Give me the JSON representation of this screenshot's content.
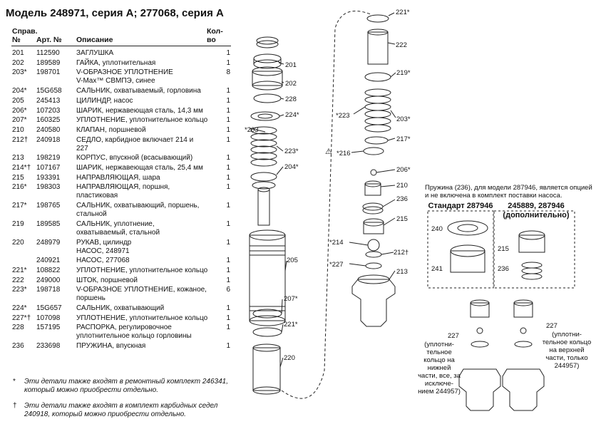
{
  "title": "Модель 248971, серия A; 277068, серия A",
  "headers": {
    "ref_line1": "Справ.",
    "ref_line2": "№",
    "part": "Арт. №",
    "desc": "Описание",
    "qty_line1": "Кол-",
    "qty_line2": "во"
  },
  "rows": [
    {
      "ref": "201",
      "part": "112590",
      "desc": "ЗАГЛУШКА",
      "qty": "1"
    },
    {
      "ref": "202",
      "part": "189589",
      "desc": "ГАЙКА, уплотнительная",
      "qty": "1"
    },
    {
      "ref": "203*",
      "part": "198701",
      "desc": "V-ОБРАЗНОЕ УПЛОТНЕНИЕ",
      "desc2": "V-Max™ СВМПЭ, синее",
      "qty": "8"
    },
    {
      "ref": "204*",
      "part": "15G658",
      "desc": "САЛЬНИК, охватываемый, горловина",
      "qty": "1"
    },
    {
      "ref": "205",
      "part": "245413",
      "desc": "ЦИЛИНДР, насос",
      "qty": "1"
    },
    {
      "ref": "206*",
      "part": "107203",
      "desc": "ШАРИК, нержавеющая сталь, 14,3 мм",
      "qty": "1"
    },
    {
      "ref": "207*",
      "part": "160325",
      "desc": "УПЛОТНЕНИЕ, уплотнительное кольцо",
      "qty": "1"
    },
    {
      "ref": "210",
      "part": "240580",
      "desc": "КЛАПАН, поршневой",
      "qty": "1"
    },
    {
      "ref": "212†",
      "part": "240918",
      "desc": "СЕДЛО, карбидное включает 214 и",
      "desc2": "227",
      "qty": "1"
    },
    {
      "ref": "213",
      "part": "198219",
      "desc": "КОРПУС, впускной (всасывающий)",
      "qty": "1"
    },
    {
      "ref": "214*†",
      "part": "107167",
      "desc": "ШАРИК, нержавеющая сталь, 25,4 мм",
      "qty": "1"
    },
    {
      "ref": "215",
      "part": "193391",
      "desc": "НАПРАВЛЯЮЩАЯ, шара",
      "qty": "1"
    },
    {
      "ref": "216*",
      "part": "198303",
      "desc": "НАПРАВЛЯЮЩАЯ, поршня,",
      "desc2": "пластиковая",
      "qty": "1"
    },
    {
      "ref": "217*",
      "part": "198765",
      "desc": "САЛЬНИК, охватывающий, поршень,",
      "desc2": "стальной",
      "qty": "1"
    },
    {
      "ref": "219",
      "part": "189585",
      "desc": "САЛЬНИК, уплотнение,",
      "desc2": "охватываемый, стальной",
      "qty": "1"
    },
    {
      "ref": "220",
      "part": "248979",
      "desc": "РУКАВ, цилиндр",
      "desc2": "НАСОС, 248971",
      "qty": "1"
    },
    {
      "ref": "",
      "part": "240921",
      "desc": "НАСОС, 277068",
      "qty": "1"
    },
    {
      "ref": "221*",
      "part": "108822",
      "desc": "УПЛОТНЕНИЕ, уплотнительное кольцо",
      "qty": "1"
    },
    {
      "ref": "222",
      "part": "249000",
      "desc": "ШТОК, поршневой",
      "qty": "1"
    },
    {
      "ref": "223*",
      "part": "198718",
      "desc": "V-ОБРАЗНОЕ УПЛОТНЕНИЕ, кожаное,",
      "desc2": "поршень",
      "qty": "6"
    },
    {
      "ref": "224*",
      "part": "15G657",
      "desc": "САЛЬНИК, охватывающий",
      "qty": "1"
    },
    {
      "ref": "227*†",
      "part": "107098",
      "desc": "УПЛОТНЕНИЕ, уплотнительное кольцо",
      "qty": "1"
    },
    {
      "ref": "228",
      "part": "157195",
      "desc": "РАСПОРКА, регулировочное",
      "desc2": "уплотнительное кольцо горловины",
      "qty": "1"
    },
    {
      "ref": "236",
      "part": "233698",
      "desc": "ПРУЖИНА, впускная",
      "qty": "1"
    }
  ],
  "footnotes": [
    {
      "symbol": "*",
      "text": "Эти детали также входят в ремонтный комплект 246341, который можно приобрести отдельно."
    },
    {
      "symbol": "†",
      "text": "Эти детали также входят в комплект карбидных седел 240918, который можно приобрести отдельно."
    }
  ],
  "diagram": {
    "labels_left": [
      "201",
      "202",
      "228",
      "224*",
      "*203",
      "223*",
      "204*",
      "205",
      "207*",
      "221*",
      "220"
    ],
    "labels_right": [
      "221*",
      "222",
      "219*",
      "*223",
      "203*",
      "217*",
      "*216",
      "206*",
      "210",
      "236",
      "215",
      "*214",
      "212†",
      "*227",
      "213"
    ],
    "note": "Пружина (236), для модели 287946, является опцией и не включена в комплект поставки насоса.",
    "box_standard_title": "Стандарт 287946",
    "box_optional_title": "245889, 287946 (дополнительно)",
    "box_labels": [
      "240",
      "241",
      "215",
      "236"
    ],
    "bottom_left_ref": "227",
    "bottom_left_note": "(уплотни-тельное кольцо на нижней части, все, за исключе-нием 244957)",
    "bottom_right_ref": "227",
    "bottom_right_note": "(уплотни-тельное кольцо на верхней части, только 244957)"
  }
}
